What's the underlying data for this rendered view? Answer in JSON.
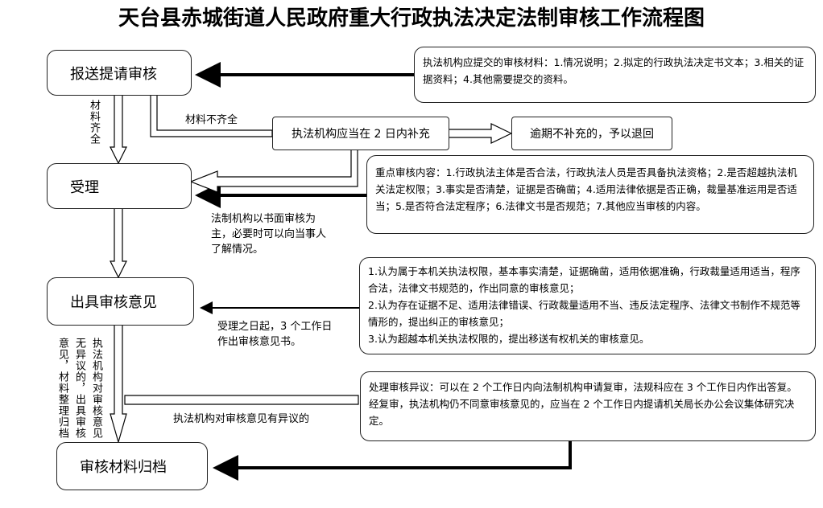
{
  "title": "天台县赤城街道人民政府重大行政执法决定法制审核工作流程图",
  "steps": {
    "submit": "报送提请审核",
    "accept": "受理",
    "opinion": "出具审核意见",
    "archive": "审核材料归档",
    "supplement": "执法机构应当在 2 日内补充",
    "return": "逾期不补充的，予以退回"
  },
  "notes": {
    "materials": "执法机构应提交的审核材料：1.情况说明；2.拟定的行政执法决定书文本；3.相关的证据资料；4.其他需要提交的资料。",
    "review_content": "重点审核内容：1.行政执法主体是否合法，行政执法人员是否具备执法资格；2.是否超越执法机关法定权限；3.事实是否清楚，证据是否确凿；4.适用法律依据是否正确，裁量基准运用是否适当；5.是否符合法定程序；6.法律文书是否规范；7.其他应当审核的内容。",
    "opinion_1": "1.认为属于本机关执法权限，基本事实清楚，证据确凿，适用依据准确，行政裁量适用适当，程序合法，法律文书规范的，作出同意的审核意见；",
    "opinion_2": "2.认为存在证据不足、适用法律错误、行政裁量适用不当、违反法定程序、法律文书制作不规范等情形的，提出纠正的审核意见；",
    "opinion_3": "3.认为超越本机关执法权限的，提出移送有权机关的审核意见。",
    "objection": "处理审核异议：可以在 2 个工作日内向法制机构申请复审，法规科应在 3 个工作日内作出答复。经复审，执法机构仍不同意审核意见的，应当在 2 个工作日内提请机关局长办公会议集体研究决定。"
  },
  "labels": {
    "complete": "材料齐全",
    "incomplete": "材料不齐全",
    "written_review": "法制机构以书面审核为主，必要时可以向当事人了解情况。",
    "deadline": "受理之日起，3 个工作日作出审核意见书。",
    "has_objection": "执法机构对审核意见有异议的",
    "no_objection_1": "执法机构对审核意见",
    "no_objection_2": "无异议的，出具审核",
    "no_objection_3": "意见，材料整理归档"
  }
}
